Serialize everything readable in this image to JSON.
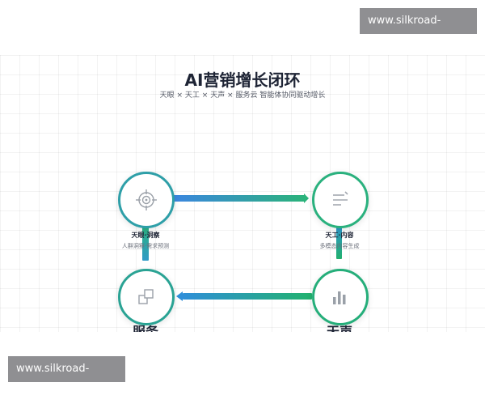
{
  "watermark": {
    "text": "www.silkroad-pf.com"
  },
  "header": {
    "title": "AI营销增长闭环",
    "subtitle": "天眼 × 天工 × 天声 × 服务云 智能体协同驱动增长"
  },
  "nodes": [
    {
      "id": "tianyan",
      "title": "天眼·洞察",
      "desc": "人群洞察·需求预测",
      "icon": "target-icon"
    },
    {
      "id": "tiangong",
      "title": "天工·内容",
      "desc": "多模态内容生成",
      "icon": "document-lines-icon"
    },
    {
      "id": "bottom-left",
      "title": "服务",
      "icon": "squares-icon"
    },
    {
      "id": "bottom-right",
      "title": "天声",
      "icon": "bar-chart-icon"
    }
  ],
  "colors": {
    "gradient_blue": "#3b86e0",
    "gradient_green": "#2bb37a",
    "title_text": "#1e2435",
    "watermark_bg": "#8f8f92"
  }
}
